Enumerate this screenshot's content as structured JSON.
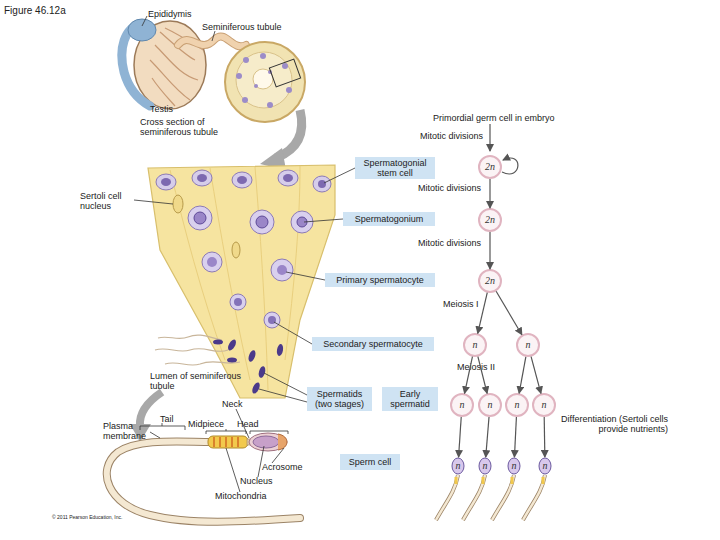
{
  "diagram": {
    "title": "Figure 46.12a",
    "nodes": [
      {
        "text": [
          "Spermatogonial stem cell"
        ]
      },
      {
        "text": [
          "2n"
        ]
      },
      {
        "text": [
          "Spermatogonium"
        ]
      },
      {
        "text": [
          "2n"
        ]
      },
      {
        "text": [
          "Primary spermatocyte"
        ]
      },
      {
        "text": [
          "2n"
        ]
      },
      {
        "text": [
          "Secondary spermatocyte"
        ]
      },
      {
        "text": [
          "n"
        ]
      },
      {
        "text": [
          "n"
        ]
      },
      {
        "text": [
          "Spermatids (two stages)"
        ]
      },
      {
        "text": [
          "Early spermatid"
        ]
      },
      {
        "text": [
          "n"
        ]
      },
      {
        "text": [
          "n"
        ]
      },
      {
        "text": [
          "n"
        ]
      },
      {
        "text": [
          "n"
        ]
      },
      {
        "text": [
          "Sperm cell"
        ]
      },
      {
        "text": [
          "n"
        ]
      },
      {
        "text": [
          "n"
        ]
      },
      {
        "text": [
          "n"
        ]
      },
      {
        "text": [
          "n"
        ]
      }
    ],
    "edges": [
      {
        "from": 1,
        "to": 3,
        "arrow": "to"
      },
      {
        "from": 3,
        "to": 5,
        "arrow": "to"
      },
      {
        "from": 5,
        "to": 7,
        "arrow": "to"
      },
      {
        "from": 5,
        "to": 8,
        "arrow": "to"
      },
      {
        "from": 7,
        "to": 11,
        "arrow": "to"
      },
      {
        "from": 7,
        "to": 12,
        "arrow": "to"
      },
      {
        "from": 8,
        "to": 13,
        "arrow": "to"
      },
      {
        "from": 8,
        "to": 14,
        "arrow": "to"
      },
      {
        "from": 11,
        "to": 16,
        "arrow": "to"
      },
      {
        "from": 12,
        "to": 17,
        "arrow": "to"
      },
      {
        "from": 13,
        "to": 18,
        "arrow": "to"
      },
      {
        "from": 14,
        "to": 19,
        "arrow": "to"
      }
    ],
    "labels": [
      "Epididymis",
      "Seminiferous tubule",
      "Testis",
      "Cross section of seminiferous tubule",
      "Primordial germ cell in embryo",
      "Mitotic divisions",
      "Mitotic divisions",
      "Mitotic divisions",
      "Sertoli cell nucleus",
      "Meiosis I",
      "Meiosis II",
      "Lumen of seminiferous tubule",
      "Neck",
      "Tail",
      "Midpiece",
      "Head",
      "Plasma membrane",
      "Differentiation (Sertoli cells provide nutrients)",
      "Acrosome",
      "Nucleus",
      "Mitochondria",
      "© 2011 Pearson Education, Inc."
    ]
  }
}
